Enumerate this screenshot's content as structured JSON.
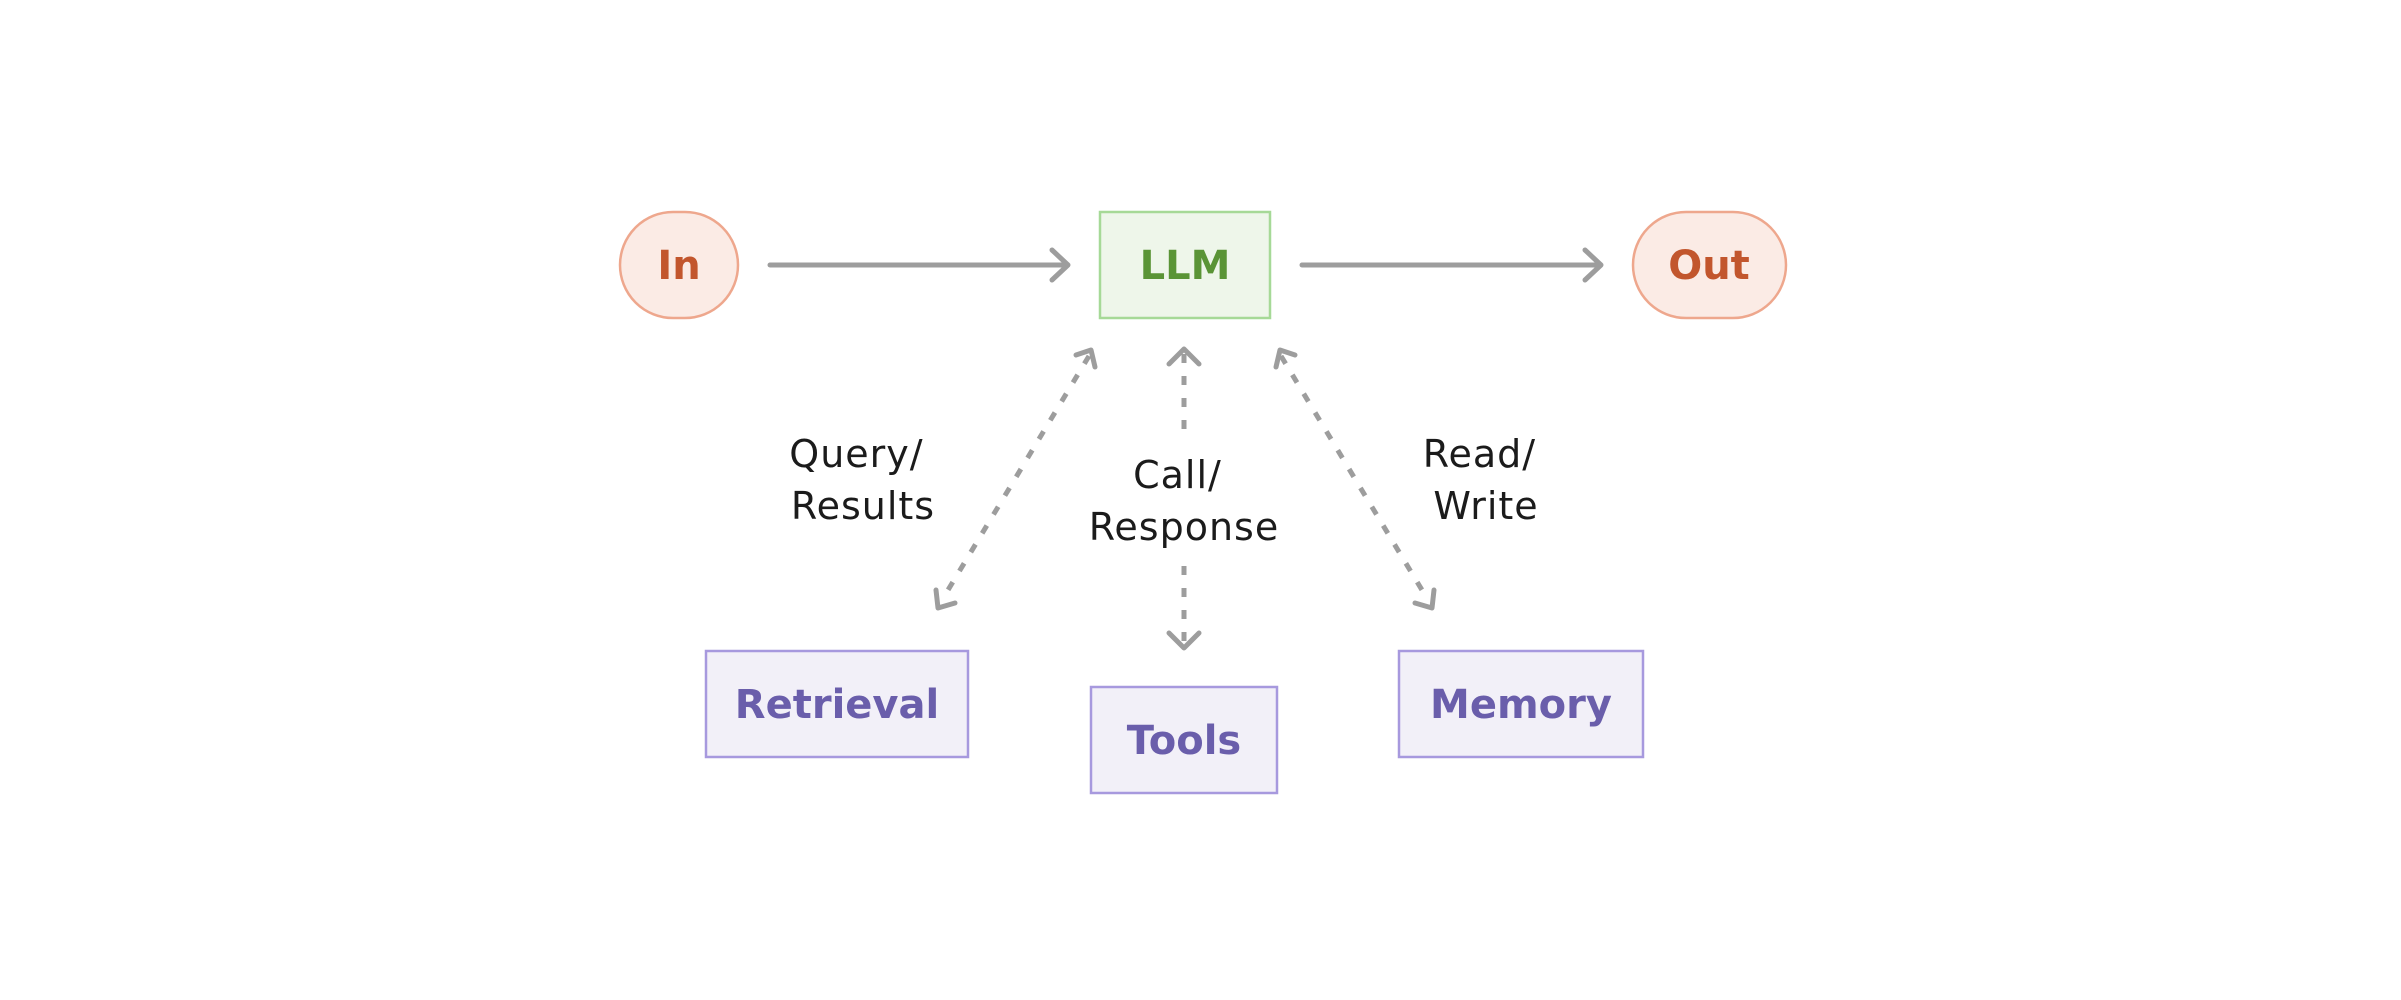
{
  "nodes": {
    "input": "In",
    "llm": "LLM",
    "output": "Out",
    "retrieval": "Retrieval",
    "tools": "Tools",
    "memory": "Memory"
  },
  "edges": {
    "retrieval": [
      "Query/",
      "Results"
    ],
    "tools": [
      "Call/",
      "Response"
    ],
    "memory": [
      "Read/",
      "Write"
    ]
  },
  "colors": {
    "io_fill": "#fbebe5",
    "io_stroke": "#eea78d",
    "io_text": "#c2562d",
    "llm_fill": "#eef6ea",
    "llm_stroke": "#a6d997",
    "llm_text": "#5a9436",
    "aug_fill": "#f2f0f8",
    "aug_stroke": "#a799de",
    "aug_text": "#6a5eab",
    "arrow": "#9d9d9d",
    "label_text": "#1b1b1b"
  }
}
